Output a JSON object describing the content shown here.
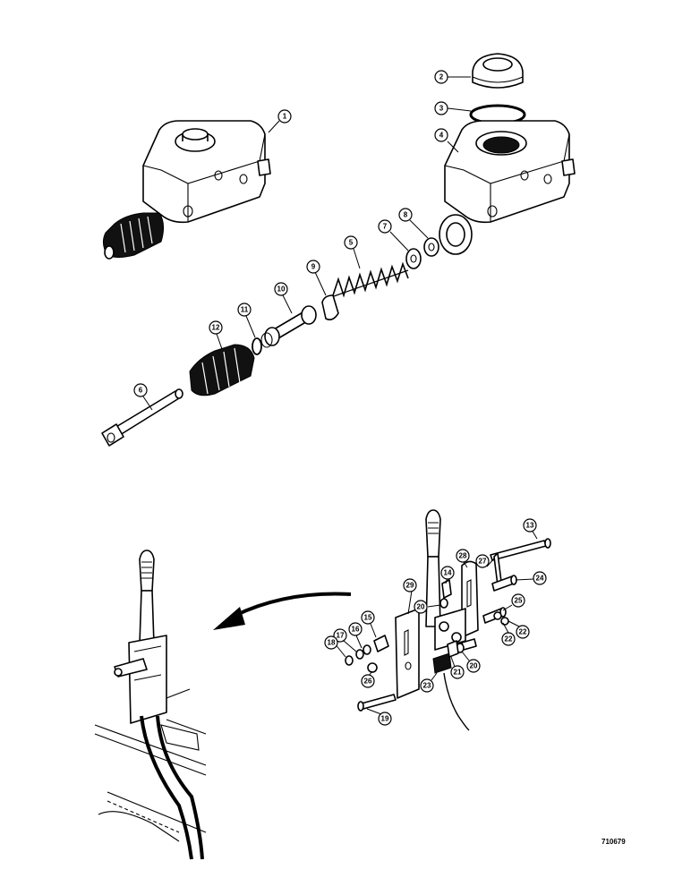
{
  "drawing_number": "710679",
  "callouts_top": [
    "1",
    "2",
    "3",
    "4",
    "5",
    "6",
    "7",
    "8",
    "9",
    "10",
    "11",
    "12"
  ],
  "callouts_bottom": [
    "13",
    "14",
    "15",
    "16",
    "17",
    "18",
    "19",
    "20",
    "21",
    "22",
    "23",
    "24",
    "25",
    "26",
    "27",
    "28",
    "29"
  ]
}
